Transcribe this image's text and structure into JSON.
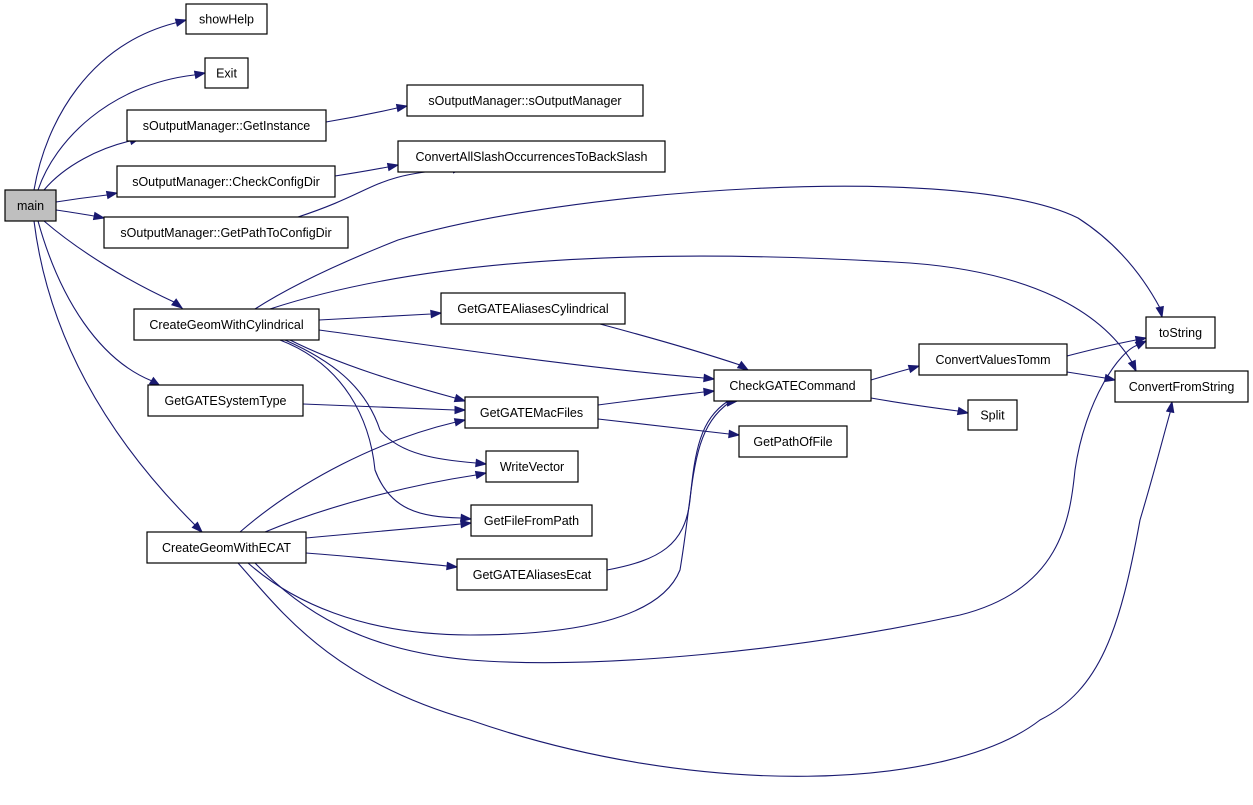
{
  "graph": {
    "nodes": [
      {
        "id": "main",
        "label": "main",
        "root": true
      },
      {
        "id": "showHelp",
        "label": "showHelp"
      },
      {
        "id": "Exit",
        "label": "Exit"
      },
      {
        "id": "GetInstance",
        "label": "sOutputManager::GetInstance"
      },
      {
        "id": "sOutputManager",
        "label": "sOutputManager::sOutputManager"
      },
      {
        "id": "CheckConfigDir",
        "label": "sOutputManager::CheckConfigDir"
      },
      {
        "id": "ConvertAll",
        "label": "ConvertAllSlashOccurrencesToBackSlash"
      },
      {
        "id": "GetPathToConfigDir",
        "label": "sOutputManager::GetPathToConfigDir"
      },
      {
        "id": "CreateGeomWithCylindrical",
        "label": "CreateGeomWithCylindrical"
      },
      {
        "id": "GetGATEAliasesCylindrical",
        "label": "GetGATEAliasesCylindrical"
      },
      {
        "id": "toString",
        "label": "toString"
      },
      {
        "id": "ConvertFromString",
        "label": "ConvertFromString"
      },
      {
        "id": "CheckGATECommand",
        "label": "CheckGATECommand"
      },
      {
        "id": "ConvertValuesTomm",
        "label": "ConvertValuesTomm"
      },
      {
        "id": "Split",
        "label": "Split"
      },
      {
        "id": "GetGATESystemType",
        "label": "GetGATESystemType"
      },
      {
        "id": "GetGATEMacFiles",
        "label": "GetGATEMacFiles"
      },
      {
        "id": "GetPathOfFile",
        "label": "GetPathOfFile"
      },
      {
        "id": "WriteVector",
        "label": "WriteVector"
      },
      {
        "id": "GetFileFromPath",
        "label": "GetFileFromPath"
      },
      {
        "id": "CreateGeomWithECAT",
        "label": "CreateGeomWithECAT"
      },
      {
        "id": "GetGATEAliasesEcat",
        "label": "GetGATEAliasesEcat"
      }
    ],
    "edges": [
      {
        "from": "main",
        "to": "showHelp"
      },
      {
        "from": "main",
        "to": "Exit"
      },
      {
        "from": "main",
        "to": "GetInstance"
      },
      {
        "from": "main",
        "to": "CheckConfigDir"
      },
      {
        "from": "main",
        "to": "GetPathToConfigDir"
      },
      {
        "from": "main",
        "to": "CreateGeomWithCylindrical"
      },
      {
        "from": "main",
        "to": "GetGATESystemType"
      },
      {
        "from": "main",
        "to": "CreateGeomWithECAT"
      },
      {
        "from": "GetInstance",
        "to": "sOutputManager"
      },
      {
        "from": "CheckConfigDir",
        "to": "ConvertAll"
      },
      {
        "from": "GetPathToConfigDir",
        "to": "ConvertAll"
      },
      {
        "from": "CreateGeomWithCylindrical",
        "to": "toString"
      },
      {
        "from": "CreateGeomWithCylindrical",
        "to": "ConvertFromString"
      },
      {
        "from": "CreateGeomWithCylindrical",
        "to": "GetGATEAliasesCylindrical"
      },
      {
        "from": "CreateGeomWithCylindrical",
        "to": "CheckGATECommand"
      },
      {
        "from": "CreateGeomWithCylindrical",
        "to": "GetGATEMacFiles"
      },
      {
        "from": "CreateGeomWithCylindrical",
        "to": "WriteVector"
      },
      {
        "from": "CreateGeomWithCylindrical",
        "to": "GetFileFromPath"
      },
      {
        "from": "GetGATEAliasesCylindrical",
        "to": "CheckGATECommand"
      },
      {
        "from": "CheckGATECommand",
        "to": "ConvertValuesTomm"
      },
      {
        "from": "CheckGATECommand",
        "to": "Split"
      },
      {
        "from": "ConvertValuesTomm",
        "to": "toString"
      },
      {
        "from": "ConvertValuesTomm",
        "to": "ConvertFromString"
      },
      {
        "from": "GetGATESystemType",
        "to": "GetGATEMacFiles"
      },
      {
        "from": "GetGATEMacFiles",
        "to": "CheckGATECommand"
      },
      {
        "from": "GetGATEMacFiles",
        "to": "GetPathOfFile"
      },
      {
        "from": "CreateGeomWithECAT",
        "to": "GetGATEMacFiles"
      },
      {
        "from": "CreateGeomWithECAT",
        "to": "WriteVector"
      },
      {
        "from": "CreateGeomWithECAT",
        "to": "GetFileFromPath"
      },
      {
        "from": "CreateGeomWithECAT",
        "to": "GetGATEAliasesEcat"
      },
      {
        "from": "CreateGeomWithECAT",
        "to": "CheckGATECommand"
      },
      {
        "from": "CreateGeomWithECAT",
        "to": "toString"
      },
      {
        "from": "CreateGeomWithECAT",
        "to": "ConvertFromString"
      },
      {
        "from": "GetGATEAliasesEcat",
        "to": "CheckGATECommand"
      }
    ]
  },
  "colors": {
    "edge": "#191970",
    "root_fill": "#bfbfbf",
    "node_fill": "#ffffff",
    "node_border": "#000000"
  }
}
